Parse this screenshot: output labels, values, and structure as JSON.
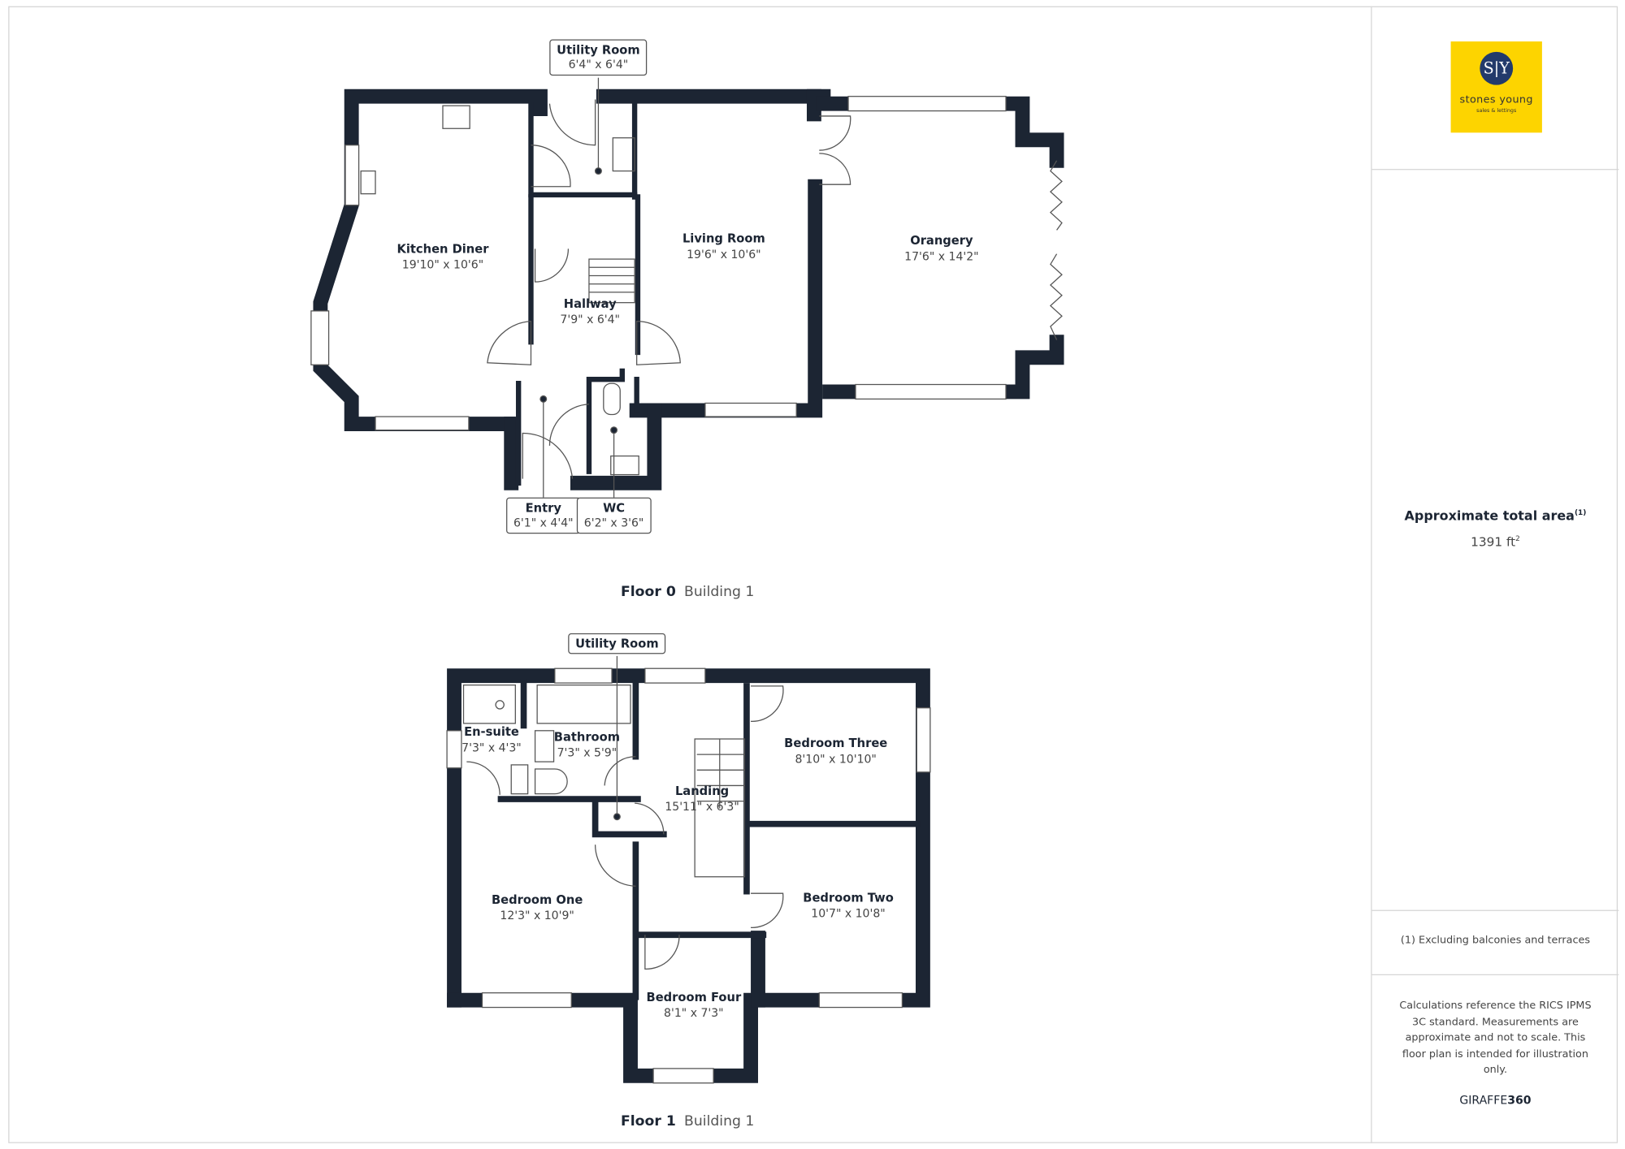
{
  "colors": {
    "wall": "#1c2533",
    "logo_background": "#fdd400",
    "logo_circle": "#233a6b"
  },
  "logo": {
    "monogram": "S|Y",
    "brand": "stones young",
    "tagline": "sales & lettings"
  },
  "summary": {
    "area_title": "Approximate total area",
    "area_note_ref": "(1)",
    "area_value": "1391 ft",
    "area_unit_sup": "2",
    "footnote": "(1) Excluding balconies and terraces",
    "disclaimer": "Calculations reference the RICS IPMS 3C standard. Measurements are approximate and not to scale. This floor plan is intended for illustration only.",
    "brand_a": "GIRAFFE",
    "brand_b": "360"
  },
  "floors": [
    {
      "floor_label": "Floor 0",
      "building_label": "Building 1",
      "rooms": [
        {
          "name": "Kitchen Diner",
          "dims": "19'10\" x 10'6\""
        },
        {
          "name": "Living Room",
          "dims": "19'6\" x 10'6\""
        },
        {
          "name": "Orangery",
          "dims": "17'6\" x 14'2\""
        },
        {
          "name": "Hallway",
          "dims": "7'9\" x 6'4\""
        }
      ],
      "tags": [
        {
          "name": "Utility Room",
          "dims": "6'4\" x 6'4\""
        },
        {
          "name": "Entry",
          "dims": "6'1\" x 4'4\""
        },
        {
          "name": "WC",
          "dims": "6'2\" x 3'6\""
        }
      ]
    },
    {
      "floor_label": "Floor 1",
      "building_label": "Building 1",
      "rooms": [
        {
          "name": "En-suite",
          "dims": "7'3\" x 4'3\""
        },
        {
          "name": "Bathroom",
          "dims": "7'3\" x 5'9\""
        },
        {
          "name": "Landing",
          "dims": "15'11\" x 6'3\""
        },
        {
          "name": "Bedroom Three",
          "dims": "8'10\" x 10'10\""
        },
        {
          "name": "Bedroom Two",
          "dims": "10'7\" x 10'8\""
        },
        {
          "name": "Bedroom One",
          "dims": "12'3\" x 10'9\""
        },
        {
          "name": "Bedroom Four",
          "dims": "8'1\" x 7'3\""
        }
      ],
      "tags": [
        {
          "name": "Utility Room"
        }
      ]
    }
  ]
}
